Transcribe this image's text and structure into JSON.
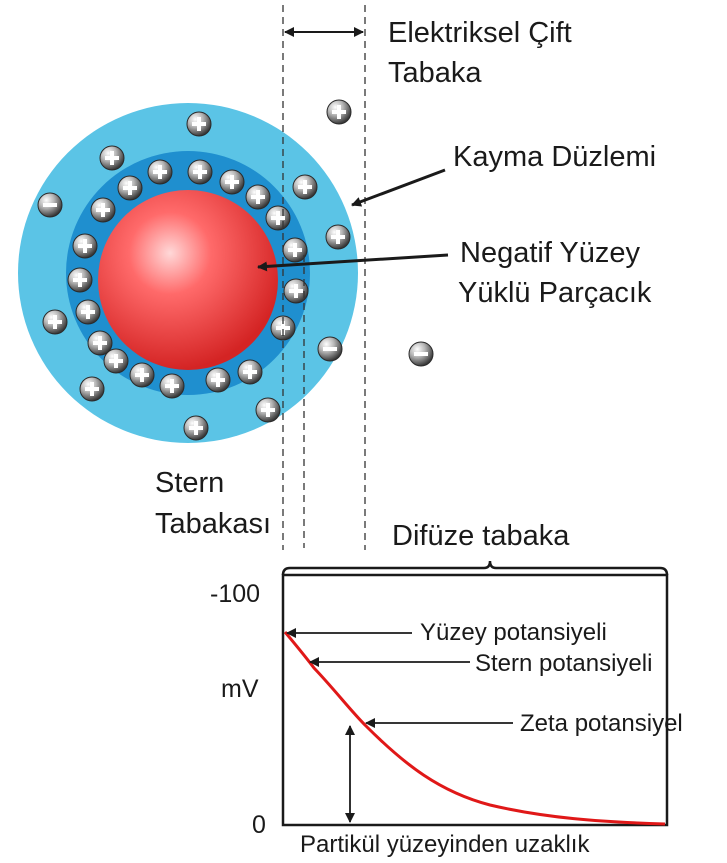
{
  "labels": {
    "electrical_double_layer_line1": "Elektriksel Çift",
    "electrical_double_layer_line2": "Tabaka",
    "slipping_plane": "Kayma Düzlemi",
    "particle_line1": "Negatif Yüzey",
    "particle_line2": "Yüklü Parçacık",
    "stern_line1": "Stern",
    "stern_line2": "Tabakası",
    "diffuse_layer": "Difüze tabaka"
  },
  "graph": {
    "y_top": "-100",
    "y_bottom": "0",
    "y_unit": "mV",
    "x_axis": "Partikül yüzeyinden uzaklık",
    "surface_potential": "Yüzey potansiyeli",
    "stern_potential": "Stern potansiyeli",
    "zeta_potential": "Zeta potansiyel"
  },
  "colors": {
    "outer_halo": "#5bc4e6",
    "stern_ring": "#1f8fcf",
    "particle": "#ee3a3a",
    "curve": "#e01818",
    "ion": "#9a9a9a"
  },
  "ion_types": {
    "positive": "plus-ion",
    "negative": "minus-ion"
  }
}
